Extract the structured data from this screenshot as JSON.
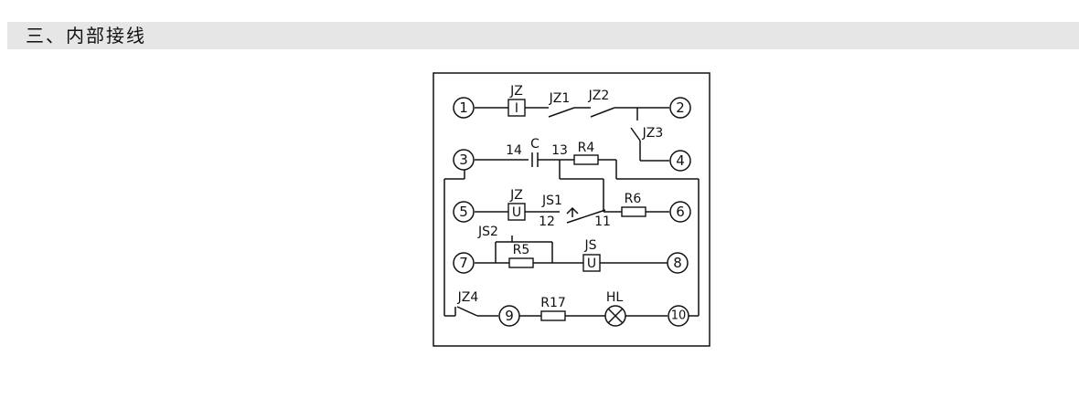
{
  "section": {
    "title": "三、内部接线"
  },
  "diagram": {
    "terminals": [
      "1",
      "2",
      "3",
      "4",
      "5",
      "6",
      "7",
      "8",
      "9",
      "10"
    ],
    "labels": {
      "jz_coil_top": "JZ",
      "jz_coil_top_symbol": "I",
      "jz1": "JZ1",
      "jz2": "JZ2",
      "jz3": "JZ3",
      "pin14": "14",
      "cap_c": "C",
      "pin13": "13",
      "r4": "R4",
      "jz_coil_mid": "JZ",
      "jz_coil_mid_symbol": "U",
      "js1": "JS1",
      "pin12": "12",
      "pin11": "11",
      "r6": "R6",
      "js2": "JS2",
      "r5": "R5",
      "js": "JS",
      "js_coil_symbol": "U",
      "jz4": "JZ4",
      "r17": "R17",
      "hl": "HL"
    }
  }
}
